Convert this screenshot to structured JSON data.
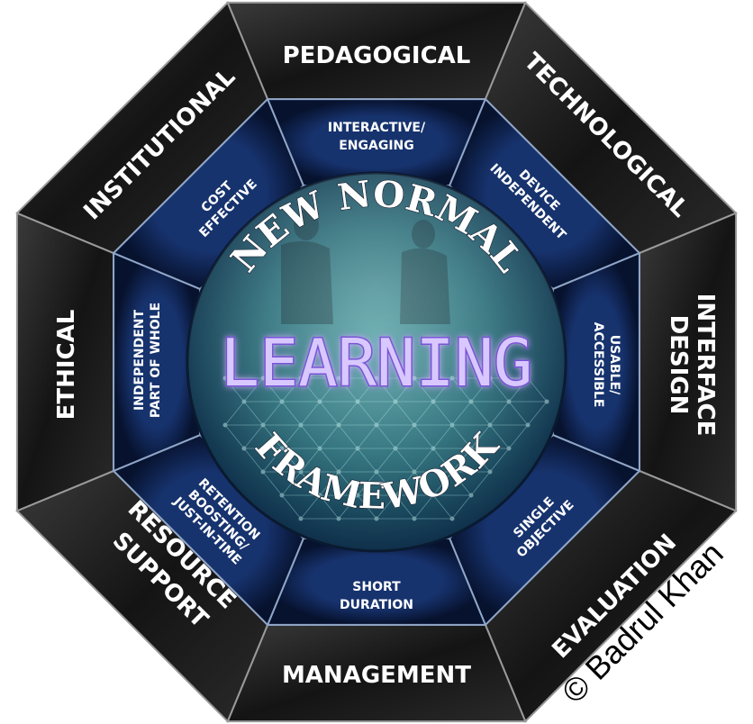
{
  "outer_segments": [
    {
      "label": "PEDAGOGICAL"
    },
    {
      "label": "TECHNOLOGICAL"
    },
    {
      "label": "INTERFACE",
      "label2": "DESIGN"
    },
    {
      "label": "EVALUATION"
    },
    {
      "label": "MANAGEMENT"
    },
    {
      "label": "RESOURCE",
      "label2": "SUPPORT"
    },
    {
      "label": "ETHICAL"
    },
    {
      "label": "INSTITUTIONAL"
    }
  ],
  "inner_segments": [
    {
      "line1": "INTERACTIVE/",
      "line2": "ENGAGING"
    },
    {
      "line1": "DEVICE",
      "line2": "INDEPENDENT"
    },
    {
      "line1": "USABLE/",
      "line2": "ACCESSIBLE"
    },
    {
      "line1": "SINGLE",
      "line2": "OBJECTIVE"
    },
    {
      "line1": "SHORT",
      "line2": "DURATION"
    },
    {
      "line1": "RETENTION",
      "line2": "BOOSTING/",
      "line3": "JUST-IN-TIME"
    },
    {
      "line1": "INDEPENDENT",
      "line2": "PART OF WHOLE"
    },
    {
      "line1": "COST",
      "line2": "EFFECTIVE"
    }
  ],
  "center": {
    "top": "NEW NORMAL",
    "main": "LEARNING",
    "bottom": "FRAMEWORK"
  },
  "copyright": "© Badrul Khan",
  "colors": {
    "outer_ring": "#1c1c1c",
    "inner_ring": "#0d1f48",
    "center_teal": "#2e7f86",
    "learning_glow": "#8a5cf0"
  }
}
